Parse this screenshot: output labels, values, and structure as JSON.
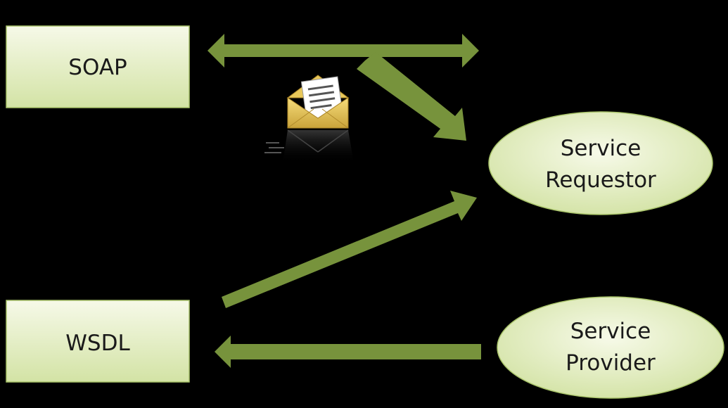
{
  "nodes": {
    "soap": {
      "label": "SOAP"
    },
    "wsdl": {
      "label": "WSDL"
    },
    "service_requestor": {
      "line1": "Service",
      "line2": "Requestor"
    },
    "service_provider": {
      "line1": "Service",
      "line2": "Provider"
    }
  },
  "colors": {
    "background": "#000000",
    "arrow": "#77933c",
    "node_fill_light": "#f3f8e3",
    "node_fill_dark": "#d4e4a6",
    "node_border": "#9bbb59"
  },
  "icons": {
    "message": "envelope-with-document-icon"
  }
}
